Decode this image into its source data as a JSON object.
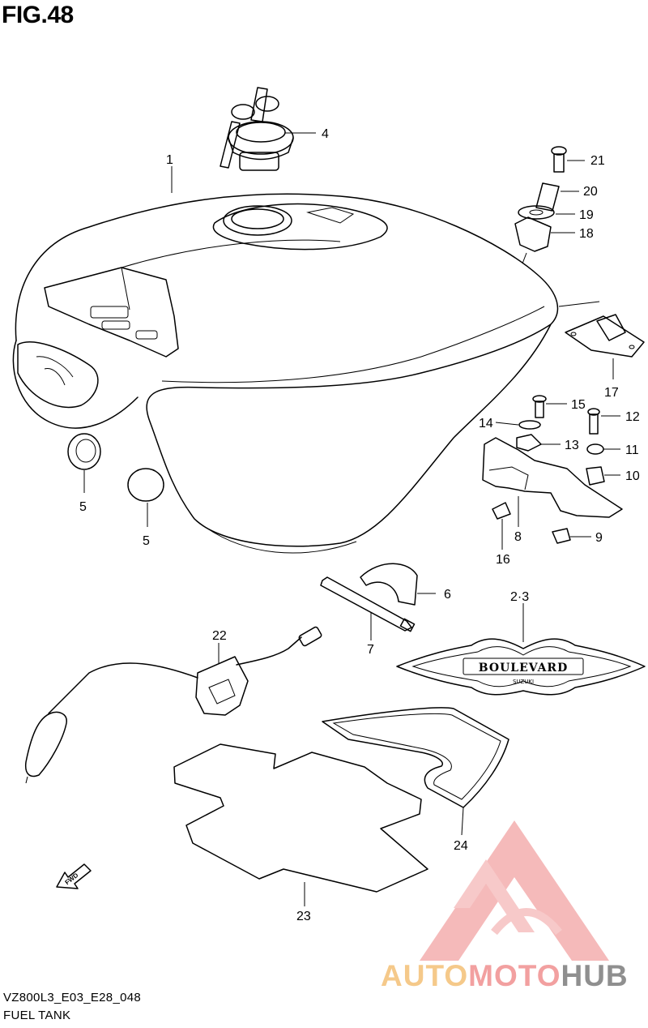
{
  "figure": {
    "title": "FIG.48"
  },
  "callouts": [
    "1",
    "4",
    "21",
    "20",
    "19",
    "18",
    "17",
    "15",
    "12",
    "14",
    "13",
    "11",
    "10",
    "8",
    "9",
    "16",
    "5",
    "5",
    "6",
    "7",
    "2·3",
    "22",
    "24",
    "23"
  ],
  "emblem": {
    "brand_text": "BOULEVARD",
    "sub_text": "SUZUKI"
  },
  "fwd_arrow": {
    "label": "FWD"
  },
  "footer": {
    "model_code": "VZ800L3_E03_E28_048",
    "section_name": "FUEL TANK"
  },
  "watermark": {
    "word_1": "AUTO",
    "word_2": "MOTO",
    "word_3": "HUB",
    "colors": {
      "auto": "#f5c98a",
      "moto": "#f2a0a0",
      "hub": "#8f8f8f",
      "logo": "#f08080"
    }
  }
}
